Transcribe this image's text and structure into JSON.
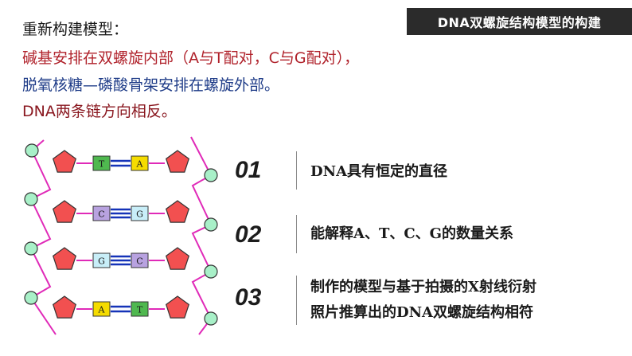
{
  "slide": {
    "title": "DNA双螺旋结构模型的构建",
    "heading": "重新构建模型：",
    "point_bases": "碱基安排在双螺旋内部（A与T配对，C与G配对），",
    "point_backbone": "脱氧核糖—磷酸骨架安排在螺旋外部。",
    "point_strands": "DNA两条链方向相反。"
  },
  "model": {
    "pairs": [
      {
        "left": "T",
        "right": "A",
        "bonds": 2
      },
      {
        "left": "C",
        "right": "G",
        "bonds": 3
      },
      {
        "left": "G",
        "right": "C",
        "bonds": 3
      },
      {
        "left": "A",
        "right": "T",
        "bonds": 2
      }
    ],
    "colors": {
      "phosphate": "#a8f0c8",
      "sugar": "#f25050",
      "strand": "#e02ab8",
      "bond": "#1533b8",
      "T": "#4fb84f",
      "A": "#f5dc00",
      "C": "#b8a2e0",
      "G": "#c8eef8"
    }
  },
  "list": [
    {
      "num": "01",
      "text": "DNA具有恒定的直径"
    },
    {
      "num": "02",
      "text": "能解释A、T、C、G的数量关系"
    },
    {
      "num": "03",
      "text_line1": "制作的模型与基于拍摄的X射线衍射",
      "text_line2": "照片推算出的DNA双螺旋结构相符"
    }
  ]
}
